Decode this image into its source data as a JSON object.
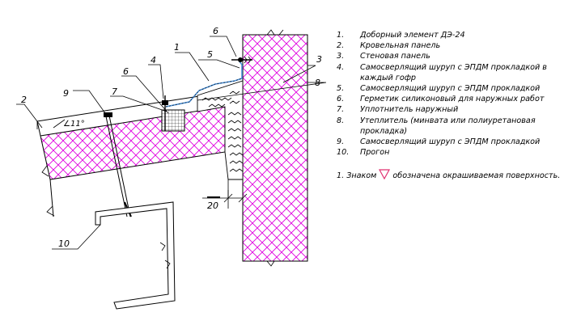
{
  "callouts": {
    "c1": "1",
    "c2": "2",
    "c3": "3",
    "c4": "4",
    "c5": "5",
    "c6a": "6",
    "c6b": "6",
    "c7": "7",
    "c8": "8",
    "c9": "9",
    "c10": "10"
  },
  "angle_label": "∠11°",
  "dimension_label": "20",
  "legend": [
    {
      "num": "1.",
      "text": "Доборный элемент ДЭ-24"
    },
    {
      "num": "2.",
      "text": "Кровельная панель"
    },
    {
      "num": "3.",
      "text": "Стеновая панель"
    },
    {
      "num": "4.",
      "text": "Самосверлящий шуруп с ЭПДМ прокладкой в каждый гофр"
    },
    {
      "num": "5.",
      "text": "Самосверлящий шуруп с ЭПДМ прокладкой"
    },
    {
      "num": "6.",
      "text": "Герметик силиконовый для наружных работ"
    },
    {
      "num": "7.",
      "text": "Уплотнитель наружный"
    },
    {
      "num": "8.",
      "text": "Утеплитель (минвата или полиуретановая прокладка)"
    },
    {
      "num": "9.",
      "text": "Самосверлящий шуруп с ЭПДМ прокладкой"
    },
    {
      "num": "10.",
      "text": "Прогон"
    }
  ],
  "note": {
    "prefix": "1. Знаком",
    "suffix": "обозначена окрашиваемая поверхность."
  },
  "colors": {
    "insulation_hatch": "#e000e0",
    "paint_marker": "#e03070",
    "flashing": "#4a90d8",
    "line": "#000000"
  }
}
